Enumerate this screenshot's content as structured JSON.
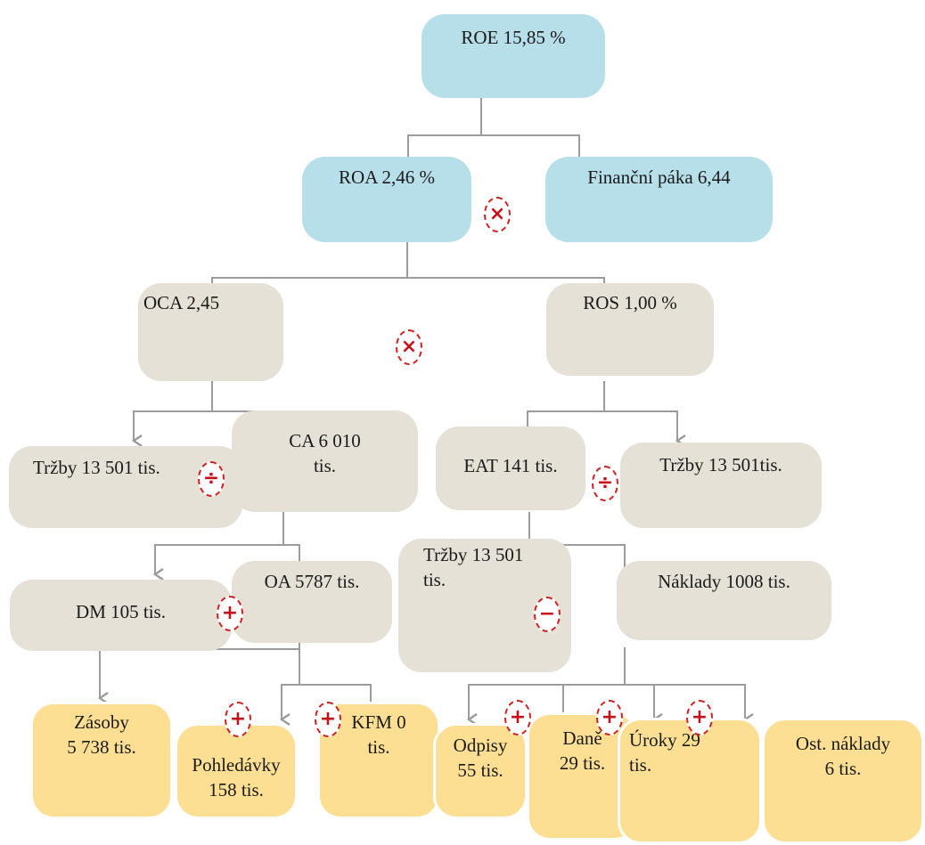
{
  "nodes": {
    "roe": "ROE  15,85 %",
    "roa": "ROA 2,46 %",
    "financni_paka": "Finanční páka 6,44",
    "oca": "OCA 2,45",
    "ros": "ROS 1,00 %",
    "trzby_left": "Tržby 13 501 tis.",
    "ca": "CA 6 010\ntis.",
    "eat": "EAT 141 tis.",
    "trzby_right": "Tržby 13 501tis.",
    "dm": "DM 105 tis.",
    "oa": "OA 5787 tis.",
    "trzby_mid": "Tržby 13 501\ntis.",
    "naklady": "Náklady 1008 tis.",
    "zasoby": "Zásoby\n5 738 tis.",
    "pohledavky": "Pohledávky\n158 tis.",
    "kfm": "KFM 0\ntis.",
    "odpisy": "Odpisy\n55 tis.",
    "dane": "Daně\n29 tis.",
    "uroky": "Úroky 29\ntis.",
    "ost_naklady": "Ost. náklady\n6 tis."
  },
  "operators": {
    "roa_x_paka": "×",
    "oca_x_ros": "×",
    "trzby_div_ca": "÷",
    "eat_div_trzby": "÷",
    "dm_plus_oa": "+",
    "trzby_minus_naklady": "−",
    "zasoby_plus_pohledavky": "+",
    "pohledavky_plus_kfm": "+",
    "odpisy_plus_dane": "+",
    "dane_plus_uroky": "+",
    "uroky_plus_ost": "+"
  },
  "colors": {
    "connector": "#9c9c9c",
    "operator": "#c8101a",
    "level_top": "#b6dfe9",
    "level_mid": "#e6e1d7",
    "level_leaf": "#fddf93"
  }
}
